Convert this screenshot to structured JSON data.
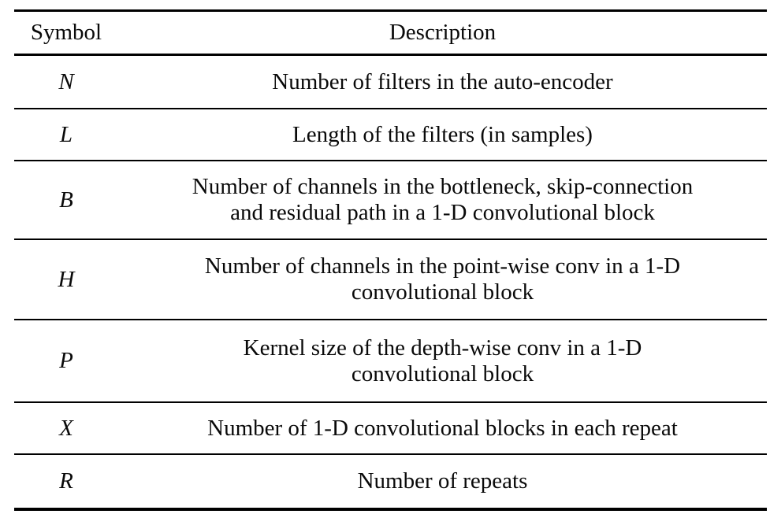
{
  "table": {
    "columns": [
      {
        "key": "symbol",
        "label": "Symbol"
      },
      {
        "key": "description",
        "label": "Description"
      }
    ],
    "rows": [
      {
        "symbol": "N",
        "description": "Number of filters in the auto-encoder"
      },
      {
        "symbol": "L",
        "description": "Length of the filters (in samples)"
      },
      {
        "symbol": "B",
        "description": "Number of channels in the bottleneck, skip-connection and residual path in a 1-D convolutional block"
      },
      {
        "symbol": "H",
        "description": "Number of channels in the point-wise conv in a 1-D convolutional block"
      },
      {
        "symbol": "P",
        "description": "Kernel size of the depth-wise conv in a 1-D convolutional block"
      },
      {
        "symbol": "X",
        "description": "Number of 1-D convolutional blocks in each repeat"
      },
      {
        "symbol": "R",
        "description": "Number of repeats"
      }
    ],
    "text_color": "#0a0a0a",
    "rule_color": "#000000",
    "background_color": "#ffffff"
  }
}
